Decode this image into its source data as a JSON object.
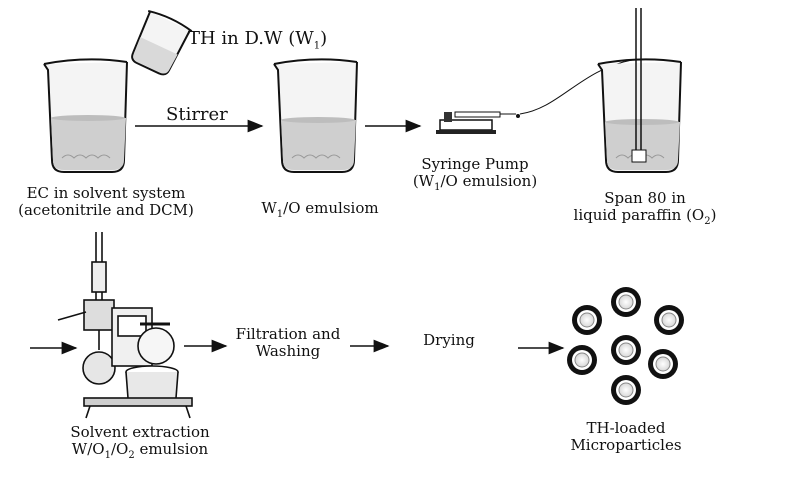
{
  "labels": {
    "beaker1": {
      "line1": "EC in solvent system",
      "line2": "(acetonitrile and DCM)"
    },
    "th_in_dw": {
      "main": "TH in D.W (W",
      "sub": "1",
      "close": ")"
    },
    "stirrer": "Stirrer",
    "beaker2": {
      "pre": "W",
      "sub": "1",
      "post": "/O emulsiom"
    },
    "syringe": {
      "line1": "Syringe Pump",
      "line2_pre": "(W",
      "line2_sub": "1",
      "line2_post": "/O emulsion)"
    },
    "beaker3": {
      "line1": "Span 80 in",
      "line2_pre": "liquid paraffin (O",
      "line2_sub": "2",
      "line2_post": ")"
    },
    "filtration": {
      "line1": "Filtration and",
      "line2": "Washing"
    },
    "drying": "Drying",
    "solvent": {
      "line1": "Solvent extraction",
      "p1": "W/O",
      "s1": "1",
      "p2": "/O",
      "s2": "2",
      "p3": " emulsion"
    },
    "microparticles": {
      "line1": "TH-loaded",
      "line2": "Microparticles"
    }
  },
  "icons": [
    "beaker-icon",
    "tilted-beaker-icon",
    "syringe-pump-icon",
    "rotary-evaporator-icon",
    "microparticle-icon"
  ],
  "colors": {
    "ink": "#111111",
    "liquid": "#cfcfcf",
    "glass": "#f4f4f4"
  }
}
